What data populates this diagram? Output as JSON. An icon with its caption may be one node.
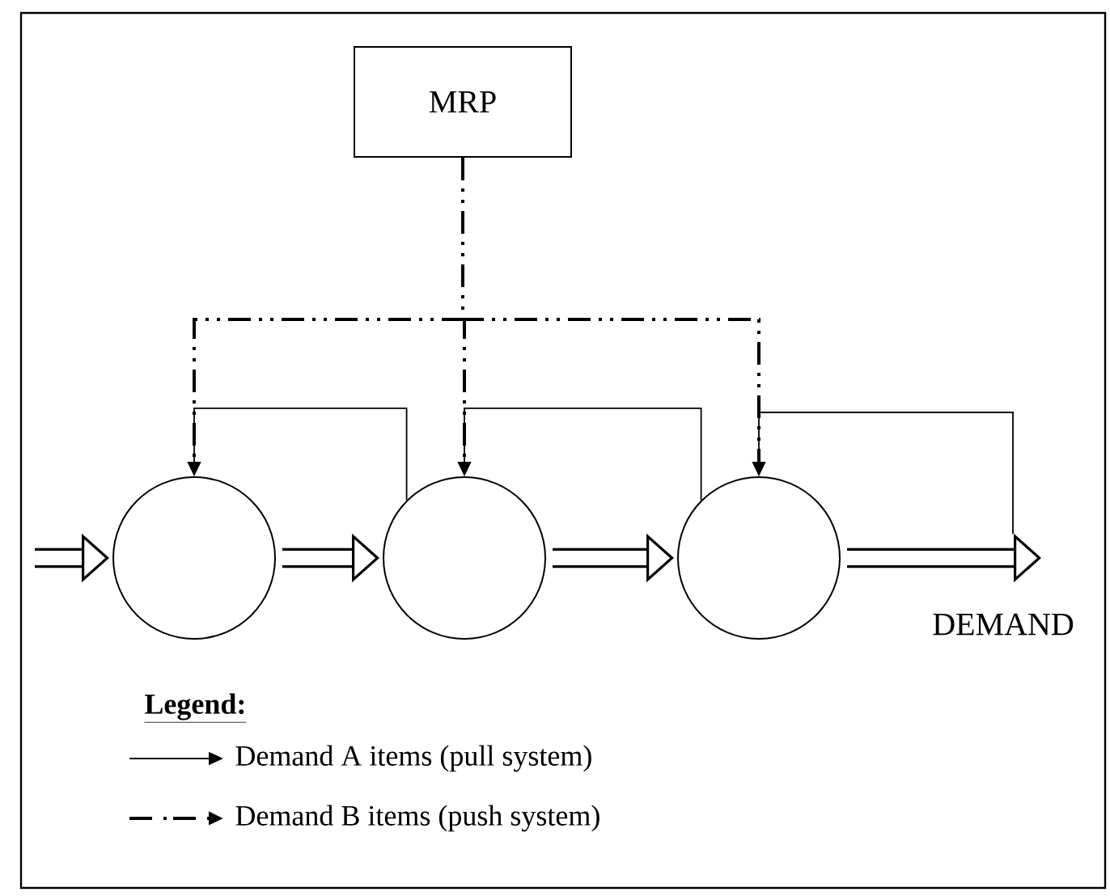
{
  "diagram": {
    "nodes": [
      {
        "text": [
          "MRP"
        ]
      },
      {
        "text": [],
        "shape": "circle"
      },
      {
        "text": [],
        "shape": "circle"
      },
      {
        "text": [],
        "shape": "circle"
      }
    ],
    "edges": [
      {
        "from": null,
        "to": 1,
        "arrow": "to",
        "style": "thick"
      },
      {
        "from": 1,
        "to": 2,
        "arrow": "to",
        "style": "thick"
      },
      {
        "from": 2,
        "to": 3,
        "arrow": "to",
        "style": "thick"
      },
      {
        "from": 3,
        "to": null,
        "arrow": "to",
        "style": "thick",
        "label": "DEMAND"
      },
      {
        "from": 2,
        "to": 1,
        "arrow": "to"
      },
      {
        "from": 3,
        "to": 2,
        "arrow": "to"
      },
      {
        "from": null,
        "to": 3,
        "arrow": "to"
      },
      {
        "from": 0,
        "to": 1,
        "arrow": "to",
        "style": "dashed"
      },
      {
        "from": 0,
        "to": 2,
        "arrow": "to",
        "style": "dashed"
      },
      {
        "from": 0,
        "to": 3,
        "arrow": "to",
        "style": "dashed"
      }
    ],
    "labels": [
      "Legend:"
    ],
    "legend": [
      {
        "text": "Demand A items (pull system)"
      },
      {
        "text": "Demand B items (push system)"
      }
    ]
  }
}
